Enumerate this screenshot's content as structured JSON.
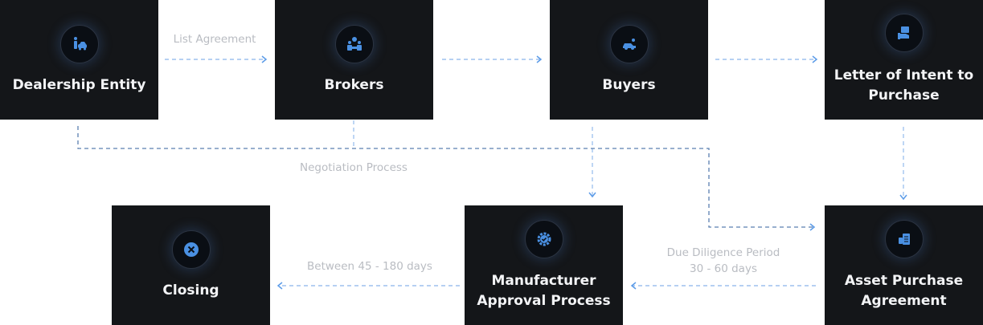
{
  "colors": {
    "node_bg": "#141619",
    "accent": "#4a90e2",
    "line": "#5b8fd6",
    "label_text": "#b9bcc2"
  },
  "nodes": {
    "dealership": {
      "label": "Dealership Entity",
      "icon": "dealer-car-icon"
    },
    "brokers": {
      "label": "Brokers",
      "icon": "brokers-people-icon"
    },
    "buyers": {
      "label": "Buyers",
      "icon": "buyer-car-icon"
    },
    "loi": {
      "label": "Letter of Intent to Purchase",
      "icon": "hand-document-icon"
    },
    "apa": {
      "label": "Asset Purchase Agreement",
      "icon": "documents-icon"
    },
    "manufacturer": {
      "label": "Manufacturer Approval Process",
      "icon": "gear-check-icon"
    },
    "closing": {
      "label": "Closing",
      "icon": "close-circle-icon"
    }
  },
  "edges": {
    "list_agreement": "List Agreement",
    "negotiation": "Negotiation Process",
    "due_diligence_1": "Due Diligence Period",
    "due_diligence_2": "30 - 60 days",
    "between": "Between 45 - 180 days"
  }
}
